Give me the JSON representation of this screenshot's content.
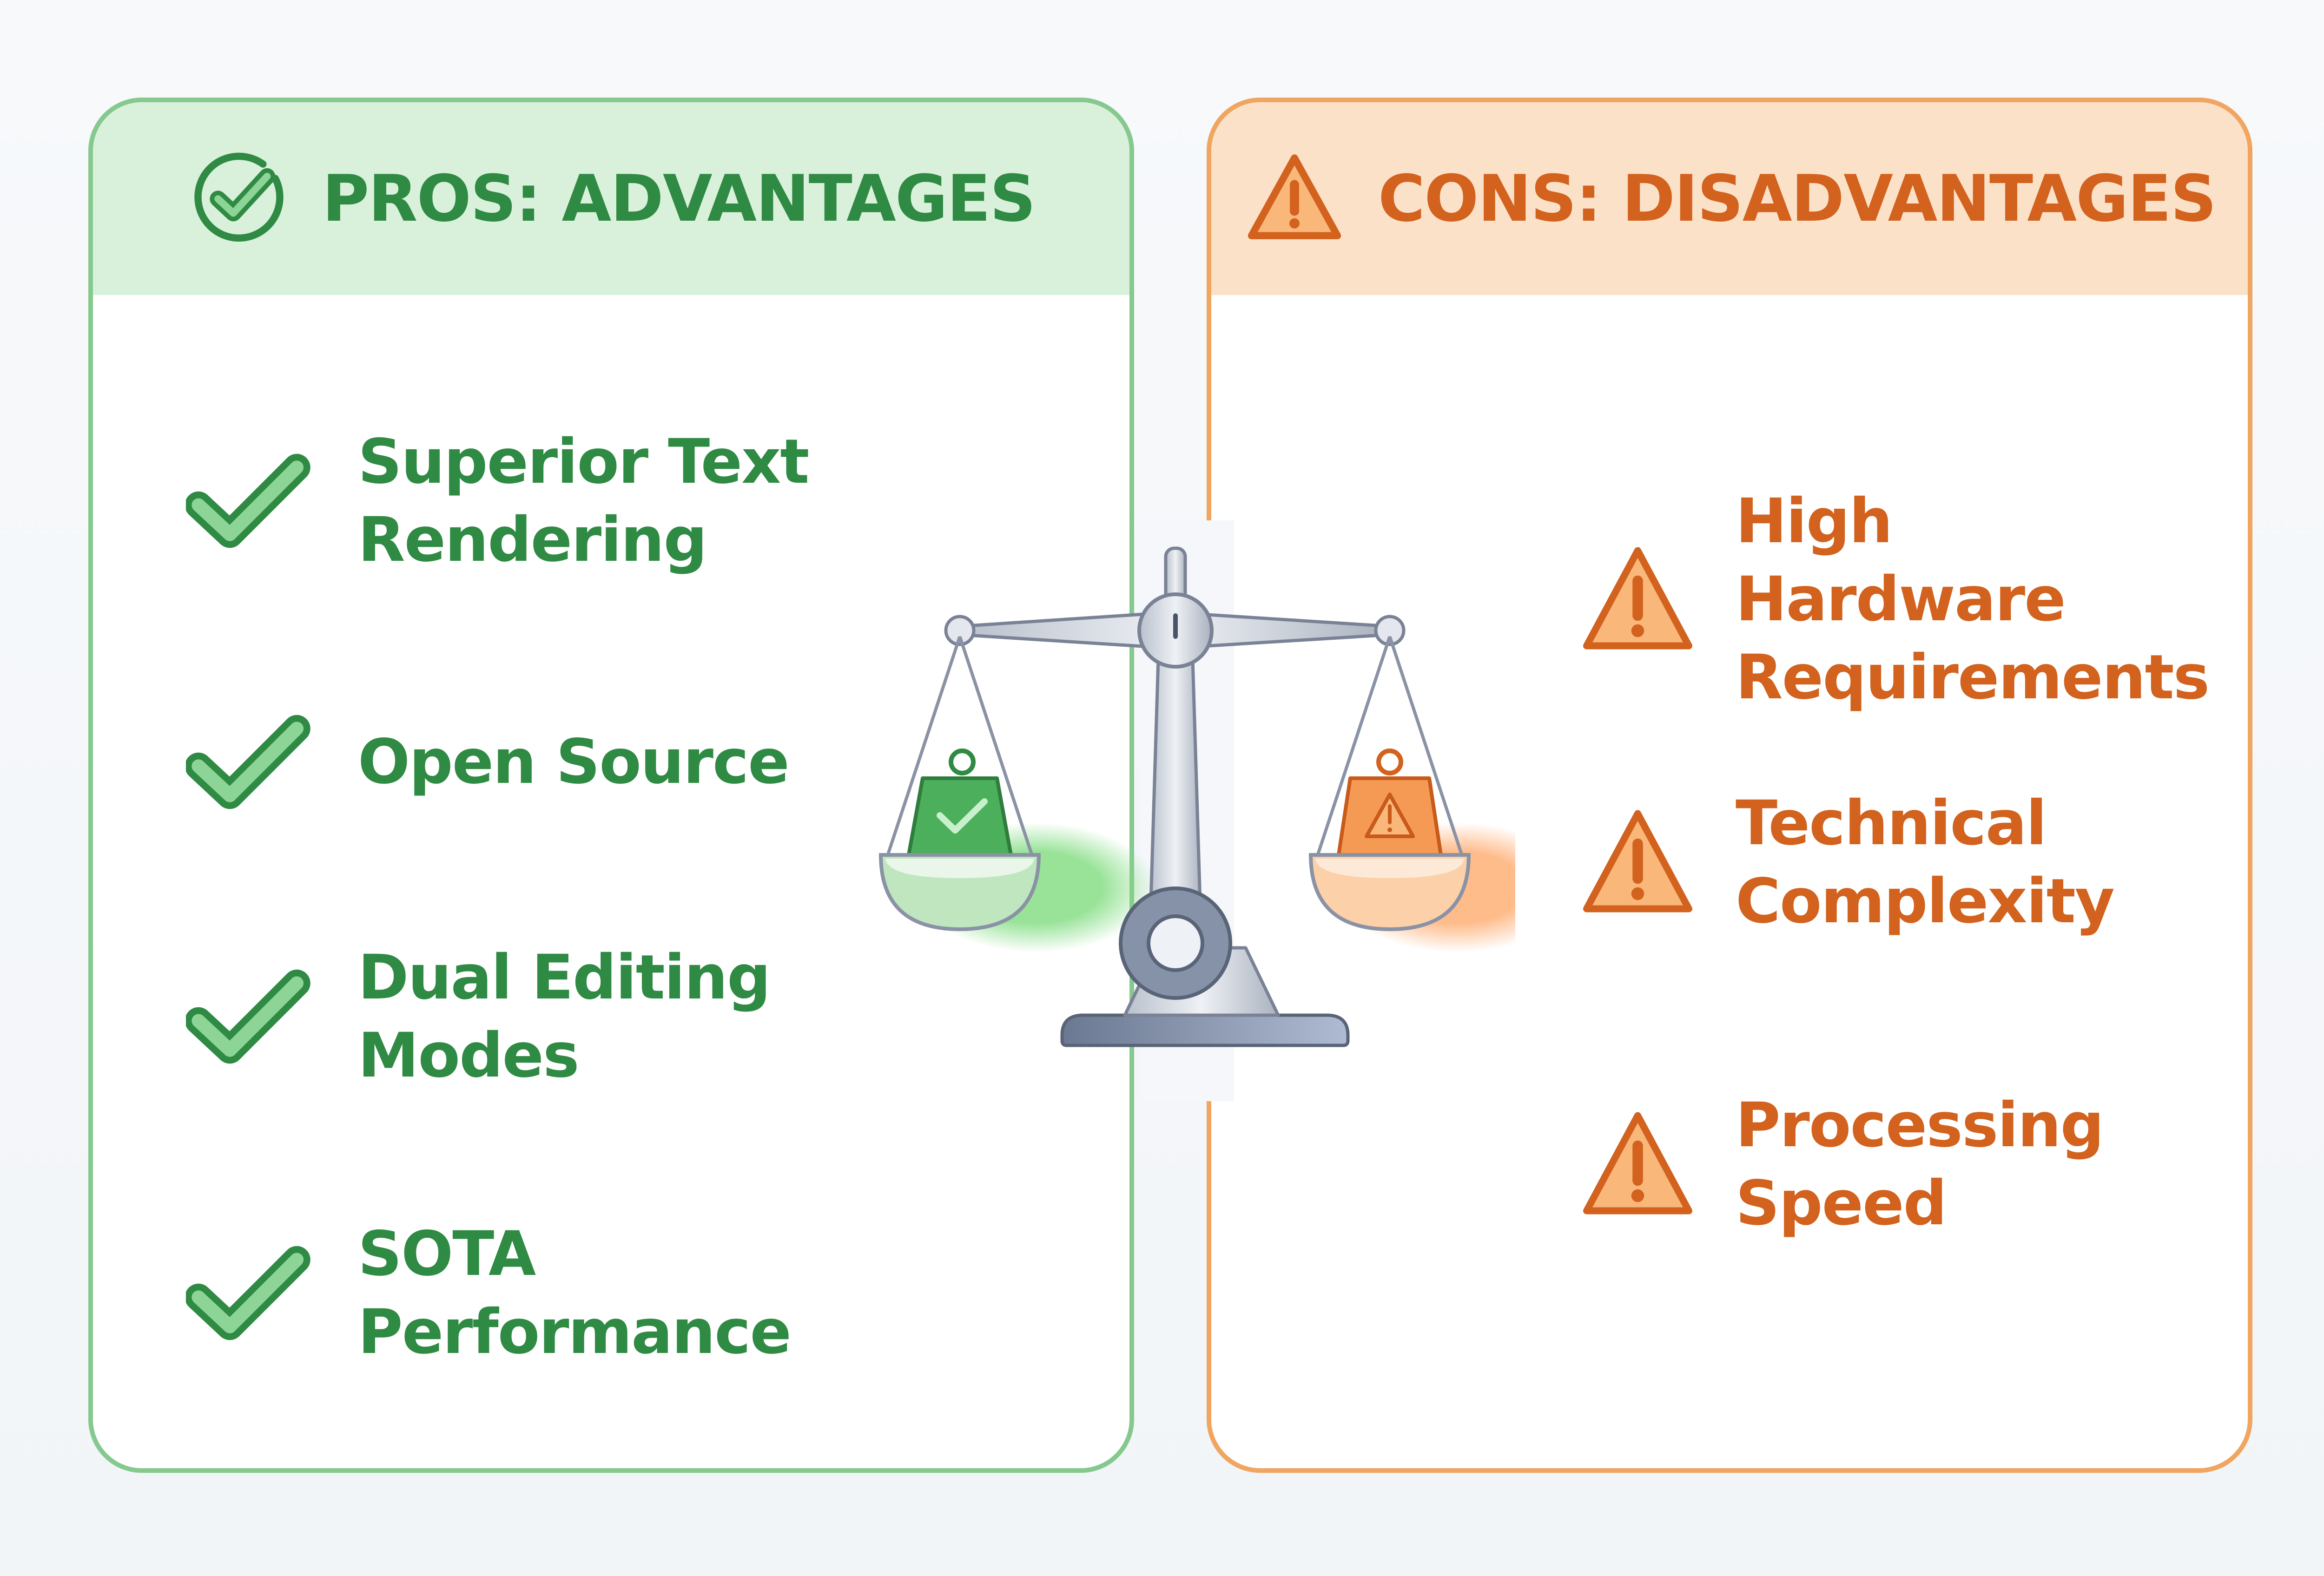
{
  "pros": {
    "title": "PROS: ADVANTAGES",
    "header_icon": "circle-check-icon",
    "item_icon": "check-icon",
    "color": "#2f8a43",
    "items": [
      {
        "label": "Superior Text Rendering"
      },
      {
        "label": "Open Source"
      },
      {
        "label": "Dual Editing Modes"
      },
      {
        "label": "SOTA Performance"
      }
    ]
  },
  "cons": {
    "title": "CONS: DISADVANTAGES",
    "header_icon": "warning-triangle-icon",
    "item_icon": "warning-triangle-icon",
    "color": "#d2621d",
    "items": [
      {
        "label": "High Hardware Requirements"
      },
      {
        "label": "Technical Complexity"
      },
      {
        "label": "Processing Speed"
      }
    ]
  },
  "center_graphic": {
    "icon": "balance-scale-icon",
    "left_weight_icon": "check-weight-icon",
    "right_weight_icon": "warning-weight-icon"
  }
}
